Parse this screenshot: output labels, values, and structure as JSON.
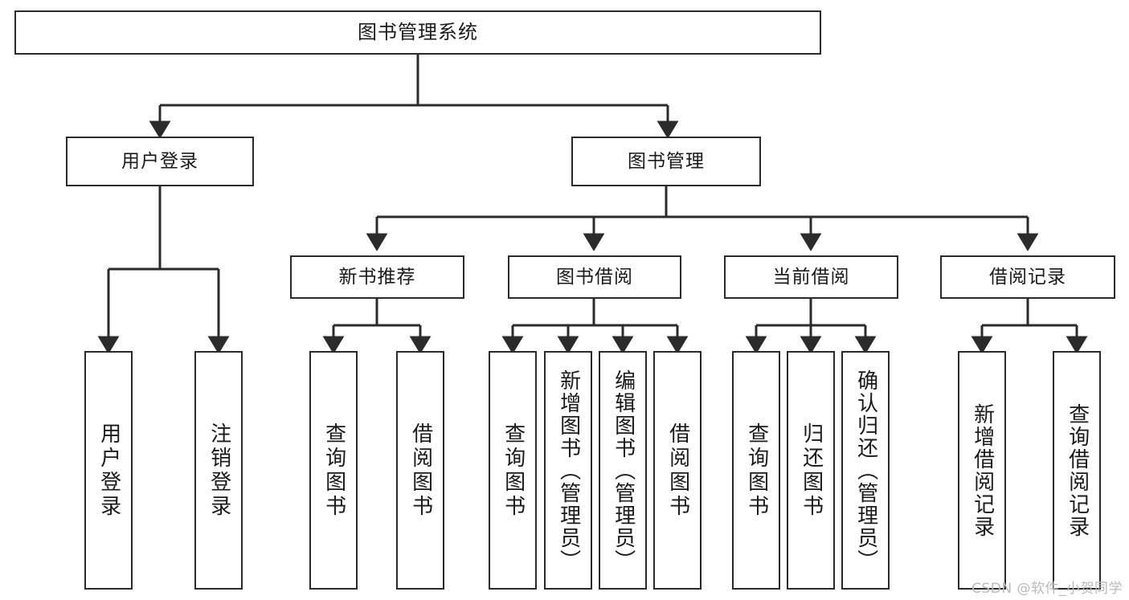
{
  "diagram": {
    "title": "图书管理系统",
    "type": "tree-hierarchy-chart",
    "watermark": "CSDN @软件_小贺同学",
    "colors": {
      "box_border": "#2b2b2b",
      "box_fill": "#ffffff",
      "edge": "#2b2b2b",
      "text": "#1a1a1a",
      "watermark": "#b9b9b9"
    },
    "nodes": {
      "root": "图书管理系统",
      "user_login": "用户登录",
      "book_manage": "图书管理",
      "new_book_rec": "新书推荐",
      "book_borrow": "图书借阅",
      "current_borrow": "当前借阅",
      "borrow_record": "借阅记录",
      "leaf_user_login": "用户登录",
      "leaf_logout_login": "注销登录",
      "leaf_query_book_1": "查询图书",
      "leaf_borrow_book_1": "借阅图书",
      "leaf_query_book_2": "查询图书",
      "leaf_add_book_admin": "新增图书（管理员）",
      "leaf_edit_book_admin": "编辑图书（管理员）",
      "leaf_borrow_book_2": "借阅图书",
      "leaf_query_book_3": "查询图书",
      "leaf_return_book": "归还图书",
      "leaf_confirm_return_admin": "确认归还（管理员）",
      "leaf_add_borrow_record": "新增借阅记录",
      "leaf_query_borrow_record": "查询借阅记录"
    }
  }
}
